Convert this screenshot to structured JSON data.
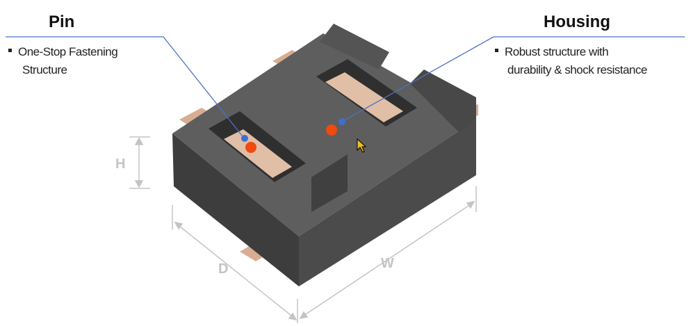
{
  "pin": {
    "title": "Pin",
    "bullet_line1": "One-Stop Fastening",
    "bullet_line2": "Structure"
  },
  "housing": {
    "title": "Housing",
    "bullet_line1": "Robust structure with",
    "bullet_line2": "durability & shock resistance"
  },
  "dimensions": {
    "height": "H",
    "depth": "D",
    "width": "W"
  },
  "colors": {
    "leader_line": "#4a72c4",
    "marker_red": "#f04a10",
    "marker_blue": "#3e6fd0",
    "housing": "#505050",
    "pin": "#d9b49a",
    "dimension": "#c4c4c4"
  }
}
